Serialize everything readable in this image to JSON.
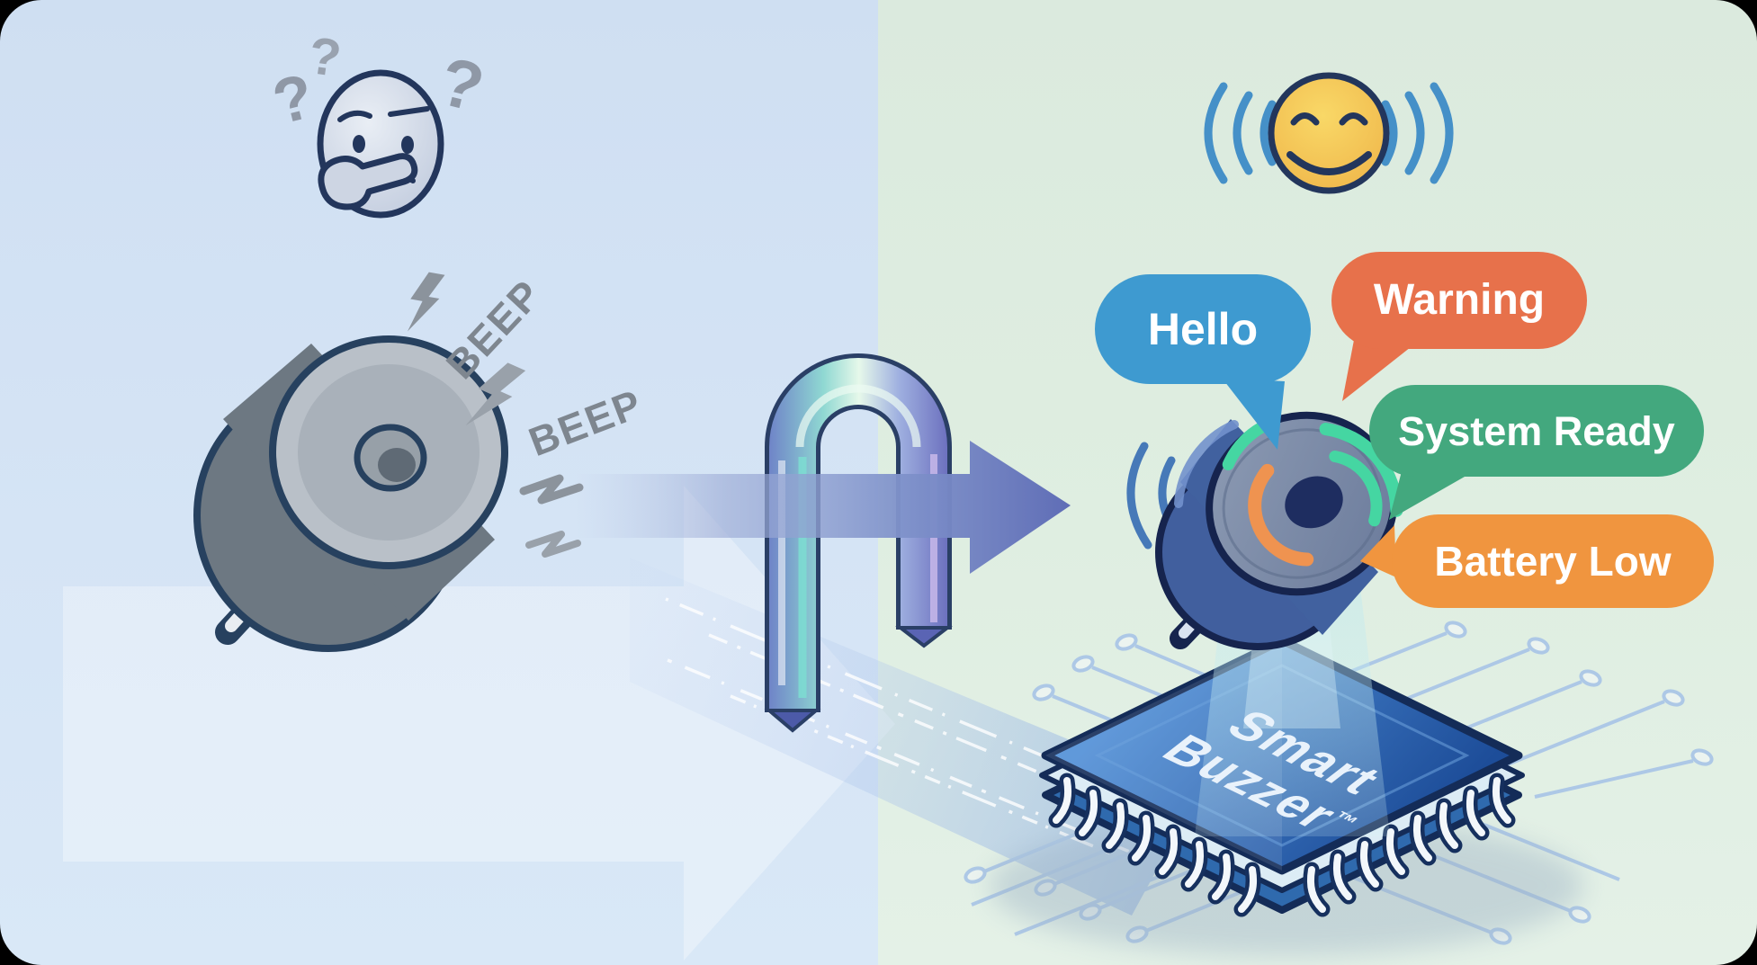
{
  "illustration": {
    "left_panel": {
      "question_marks": [
        "?",
        "?",
        "?"
      ],
      "beep_labels": [
        "BEEP",
        "BEEP"
      ]
    },
    "right_panel": {
      "bubbles": {
        "hello": "Hello",
        "warning": "Warning",
        "system_ready": "System Ready",
        "battery_low": "Battery Low"
      },
      "chip_label": {
        "line1": "Smart",
        "line2": "Buzzer",
        "trademark": "™"
      }
    },
    "colors": {
      "panel_left_bg": "#d3e2f4",
      "panel_right_bg": "#deecdf",
      "bubble_hello": "#3e9ad0",
      "bubble_warning": "#e7714b",
      "bubble_system_ready": "#43a87e",
      "bubble_battery_low": "#f0953f",
      "chip_face_blue": "#2d66ad",
      "outline_navy": "#1c2f5e",
      "beep_text_gray": "#7e868f",
      "arrow_accent": "#6e80c2",
      "smart_arc_orange": "#ef9350",
      "smart_arc_green": "#45d6a2",
      "emoji_yellow": "#f5c24f",
      "sound_wave_blue": "#4590c8"
    }
  }
}
